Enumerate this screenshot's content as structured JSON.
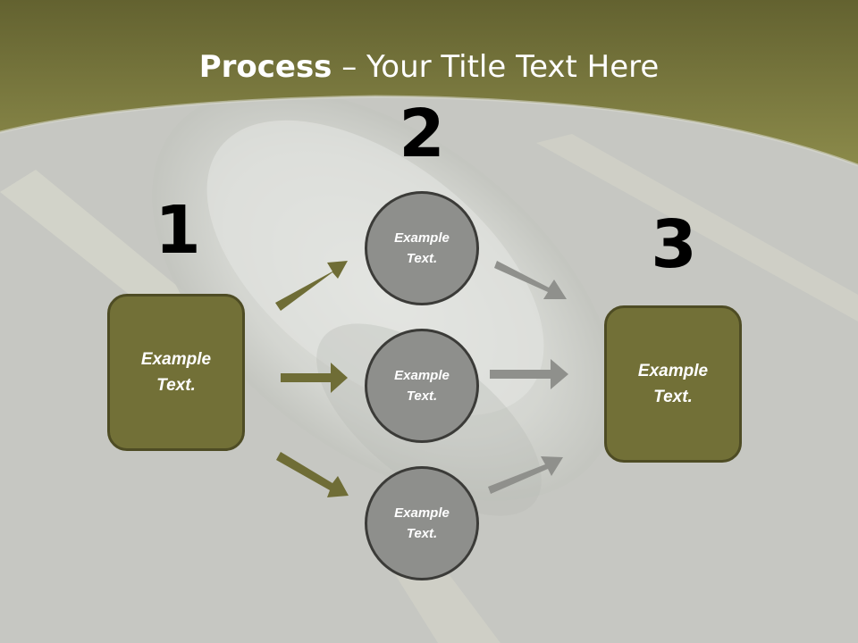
{
  "title": {
    "bold": "Process",
    "rest": " – Your Title Text Here"
  },
  "steps": [
    {
      "number": "1",
      "box_text": "Example\nText."
    },
    {
      "number": "2",
      "circles": [
        "Example\nText.",
        "Example\nText.",
        "Example\nText."
      ]
    },
    {
      "number": "3",
      "box_text": "Example\nText."
    }
  ],
  "colors": {
    "header": "#7f7f3e",
    "box": "#727037",
    "circle": "#8e8f8c",
    "arrow_olive": "#6f6d36",
    "arrow_gray": "#8f908c"
  }
}
